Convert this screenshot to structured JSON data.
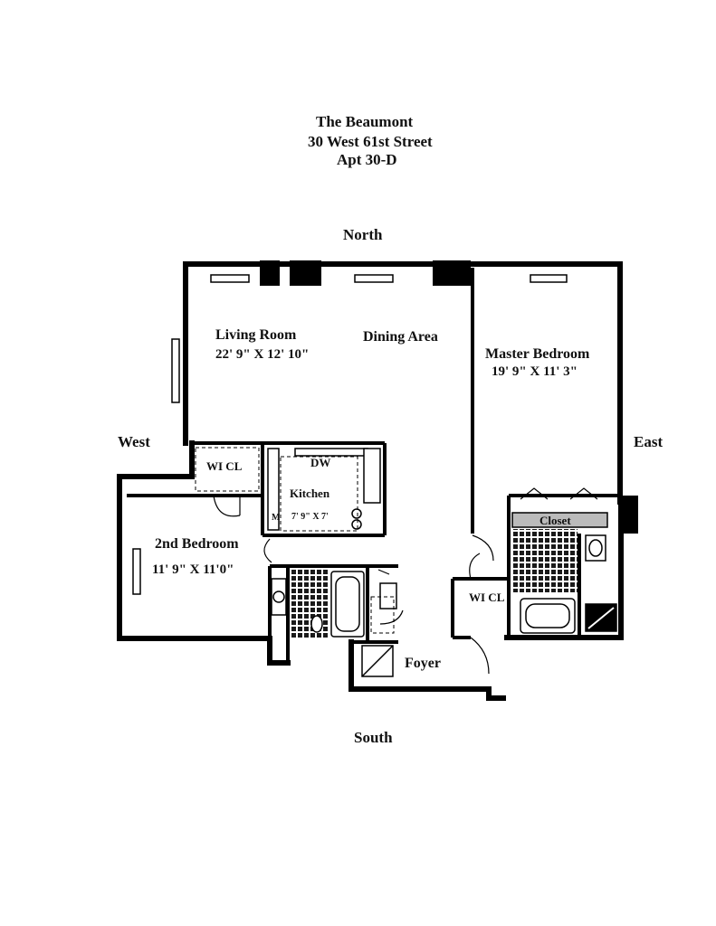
{
  "header": {
    "building": "The Beaumont",
    "address": "30 West 61st Street",
    "unit": "Apt 30-D"
  },
  "compass": {
    "north": "North",
    "south": "South",
    "east": "East",
    "west": "West"
  },
  "rooms": {
    "living_room": {
      "name": "Living Room",
      "dims": "22' 9\" X 12' 10\""
    },
    "dining_area": {
      "name": "Dining Area"
    },
    "master_bedroom": {
      "name": "Master Bedroom",
      "dims": "19' 9\" X 11' 3\""
    },
    "second_bedroom": {
      "name": "2nd Bedroom",
      "dims": "11' 9\" X 11'0\""
    },
    "kitchen": {
      "name": "Kitchen",
      "dims": "7' 9\" X 7'",
      "dishwasher": "DW",
      "microwave": "M"
    },
    "wi_closet_west": {
      "name": "WI CL"
    },
    "wi_closet_master": {
      "name": "WI CL"
    },
    "closet": {
      "name": "Closet"
    },
    "foyer": {
      "name": "Foyer"
    }
  },
  "colors": {
    "wall": "#000000",
    "ink": "#111111",
    "tile": "#222222",
    "paper": "#ffffff"
  }
}
